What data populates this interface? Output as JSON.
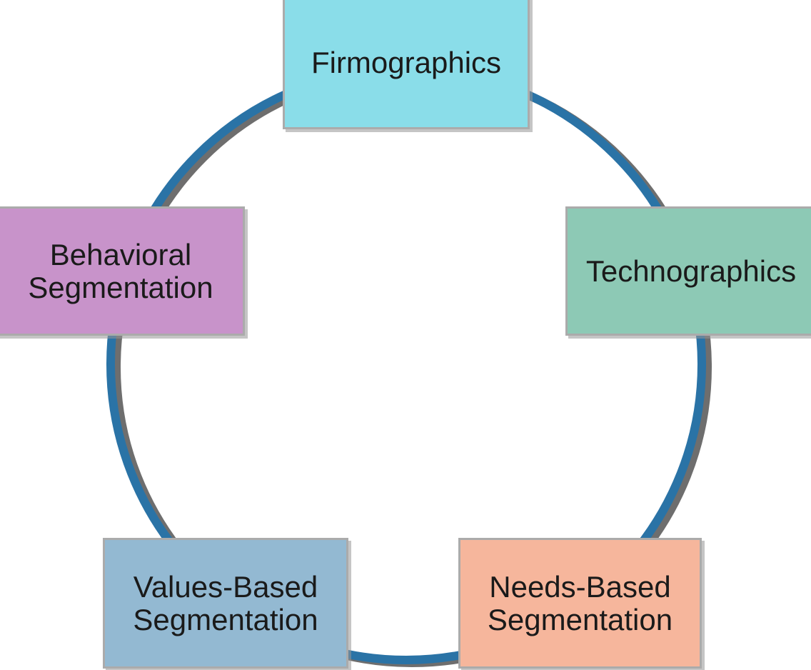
{
  "diagram": {
    "type": "cycle",
    "background": "#ffffff",
    "text_color": "#1a1a1a",
    "node_border_color": "#ababab",
    "ring": {
      "color": "#2a73a6",
      "shadow_color": "#6e6e6e",
      "thickness": 12
    },
    "nodes": [
      {
        "label": "Firmographics",
        "lines": [
          "Firmographics"
        ],
        "color": "#8adde9",
        "position": "top"
      },
      {
        "label": "Technographics",
        "lines": [
          "Technographics"
        ],
        "color": "#8dc9b5",
        "position": "right"
      },
      {
        "label": "Needs-Based Segmentation",
        "lines": [
          "Needs-Based",
          "Segmentation"
        ],
        "color": "#f6b69c",
        "position": "bottom-right"
      },
      {
        "label": "Values-Based Segmentation",
        "lines": [
          "Values-Based",
          "Segmentation"
        ],
        "color": "#93b9d2",
        "position": "bottom-left"
      },
      {
        "label": "Behavioral Segmentation",
        "lines": [
          "Behavioral",
          "Segmentation"
        ],
        "color": "#c893ca",
        "position": "left"
      }
    ]
  }
}
